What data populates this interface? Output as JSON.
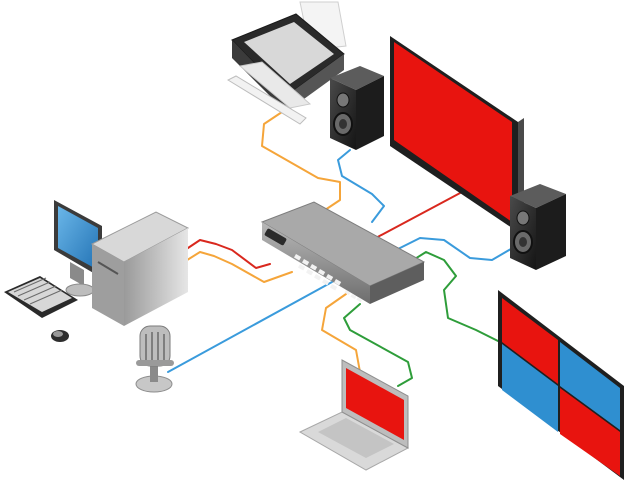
{
  "colors": {
    "background": "#ffffff",
    "cable_orange": "#f5a53a",
    "cable_blue": "#3a9bdc",
    "cable_red": "#d9281e",
    "cable_green": "#2e9d3a",
    "screen_red": "#e8140f",
    "screen_blue": "#2f8fd0",
    "device_gray": "#8d8d8d",
    "speaker_dark": "#2a2a2a"
  },
  "devices": {
    "hub": {
      "brand_label": "",
      "icon": "kvm-matrix-switch-icon"
    },
    "printer": {
      "icon": "printer-icon"
    },
    "speaker_top": {
      "icon": "speaker-icon"
    },
    "speaker_right": {
      "icon": "speaker-icon"
    },
    "display_large": {
      "icon": "large-display-icon",
      "screen_color": "red"
    },
    "video_wall": {
      "icon": "video-wall-icon",
      "tiles": [
        "red",
        "blue",
        "blue",
        "red"
      ]
    },
    "desktop": {
      "icon": "desktop-computer-icon"
    },
    "keyboard": {
      "icon": "keyboard-icon"
    },
    "mouse": {
      "icon": "mouse-icon"
    },
    "microphone": {
      "icon": "microphone-icon"
    },
    "laptop": {
      "icon": "laptop-icon",
      "screen_color": "red"
    }
  }
}
